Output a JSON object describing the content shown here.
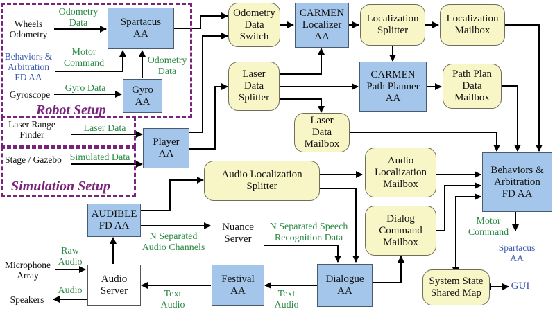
{
  "groups": {
    "robot_setup": "Robot Setup",
    "simulation_setup": "Simulation Setup"
  },
  "colors": {
    "agent_fill": "#a3c6ea",
    "mailbox_fill": "#f8f5c6",
    "data_label": "#2a8a44",
    "external_agent_label": "#3c5cb0",
    "setup_border": "#7a237c"
  },
  "nodes": {
    "spartacus": "Spartacus\nAA",
    "gyro": "Gyro\nAA",
    "player": "Player\nAA",
    "odometry_switch": "Odometry\nData\nSwitch",
    "laser_splitter": "Laser\nData\nSplitter",
    "carmen_localizer": "CARMEN\nLocalizer\nAA",
    "localization_splitter": "Localization\nSplitter",
    "localization_mailbox": "Localization\nMailbox",
    "carmen_path_planner": "CARMEN\nPath Planner\nAA",
    "path_plan_mailbox": "Path Plan\nData\nMailbox",
    "laser_mailbox": "Laser\nData\nMailbox",
    "audio_loc_splitter": "Audio Localization\nSplitter",
    "audio_loc_mailbox": "Audio\nLocalization\nMailbox",
    "behaviors": "Behaviors &\nArbitration\nFD AA",
    "audible": "AUDIBLE\nFD AA",
    "nuance": "Nuance\nServer",
    "dialog_mailbox": "Dialog\nCommand\nMailbox",
    "audio_server": "Audio\nServer",
    "festival": "Festival\nAA",
    "dialogue": "Dialogue\nAA",
    "system_state": "System State\nShared Map"
  },
  "external": {
    "wheels_odometry": "Wheels\nOdometry",
    "behaviors_ref": "Behaviors &\nArbitration\nFD AA",
    "gyroscope": "Gyroscope",
    "laser_range_finder": "Laser Range\nFinder",
    "stage_gazebo": "Stage / Gazebo",
    "microphone_array": "Microphone\nArray",
    "speakers": "Speakers",
    "spartacus_ref": "Spartacus\nAA",
    "gui": "GUI"
  },
  "edge_labels": {
    "odometry_data_1": "Odometry\nData",
    "motor_command_1": "Motor\nCommand",
    "odometry_data_2": "Odometry\nData",
    "gyro_data": "Gyro Data",
    "laser_data": "Laser Data",
    "simulated_data": "Simulated Data",
    "raw_audio": "Raw\nAudio",
    "audio": "Audio",
    "n_separated_channels": "N Separated\nAudio Channels",
    "n_separated_speech": "N Separated Speech\nRecognition Data",
    "text_audio_1": "Text\nAudio",
    "text_audio_2": "Text\nAudio",
    "motor_command_2": "Motor\nCommand"
  }
}
